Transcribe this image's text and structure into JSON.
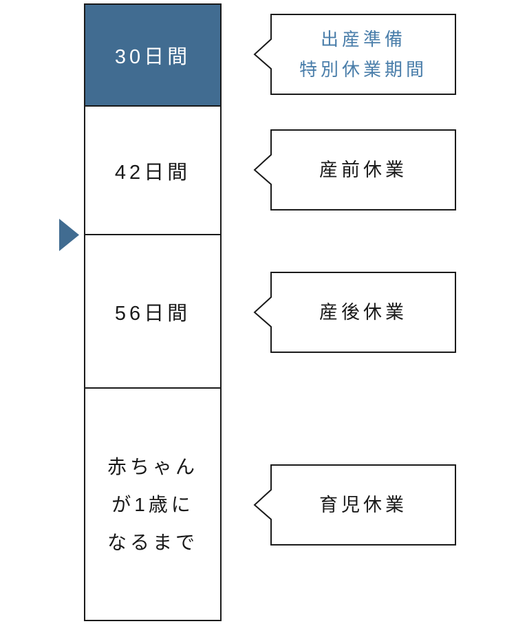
{
  "diagram_title": "parental-leave-periods-timeline",
  "colors": {
    "highlight_fill_blue": "#416c91",
    "callout_text_blue": "#4a7eaa",
    "border_black": "#1a1a1a",
    "background_white": "#ffffff"
  },
  "timeline": {
    "segments": [
      {
        "label": "30日間",
        "highlighted": true
      },
      {
        "label": "42日間",
        "highlighted": false
      },
      {
        "label": "56日間",
        "highlighted": false
      },
      {
        "label_lines": [
          "赤ちゃん",
          "が1歳に",
          "なるまで"
        ],
        "highlighted": false
      }
    ],
    "marker": {
      "shape": "right-pointing-triangle",
      "color": "#416c91",
      "position": "between 42日間 and 56日間"
    }
  },
  "callouts": [
    {
      "lines": [
        "出産準備",
        "特別休業期間"
      ],
      "text_color": "#4a7eaa"
    },
    {
      "lines": [
        "産前休業"
      ],
      "text_color": "#1a1a1a"
    },
    {
      "lines": [
        "産後休業"
      ],
      "text_color": "#1a1a1a"
    },
    {
      "lines": [
        "育児休業"
      ],
      "text_color": "#1a1a1a"
    }
  ]
}
